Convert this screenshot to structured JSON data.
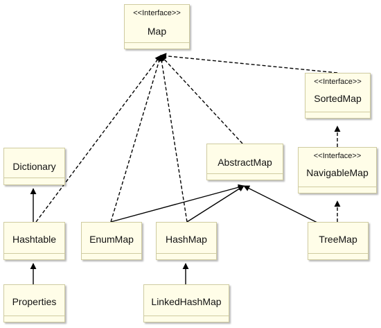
{
  "diagram": {
    "stereotype": "<<Interface>>",
    "classes": {
      "map": "Map",
      "sorted_map": "SortedMap",
      "navigable_map": "NavigableMap",
      "abstract_map": "AbstractMap",
      "dictionary": "Dictionary",
      "hashtable": "Hashtable",
      "enum_map": "EnumMap",
      "hash_map": "HashMap",
      "tree_map": "TreeMap",
      "properties": "Properties",
      "linked_hash_map": "LinkedHashMap"
    },
    "relations": [
      {
        "from": "SortedMap",
        "to": "Map",
        "kind": "implements"
      },
      {
        "from": "AbstractMap",
        "to": "Map",
        "kind": "implements"
      },
      {
        "from": "Hashtable",
        "to": "Map",
        "kind": "implements"
      },
      {
        "from": "EnumMap",
        "to": "Map",
        "kind": "implements"
      },
      {
        "from": "HashMap",
        "to": "Map",
        "kind": "implements"
      },
      {
        "from": "NavigableMap",
        "to": "SortedMap",
        "kind": "implements"
      },
      {
        "from": "TreeMap",
        "to": "NavigableMap",
        "kind": "implements"
      },
      {
        "from": "EnumMap",
        "to": "AbstractMap",
        "kind": "extends"
      },
      {
        "from": "HashMap",
        "to": "AbstractMap",
        "kind": "extends"
      },
      {
        "from": "TreeMap",
        "to": "AbstractMap",
        "kind": "extends"
      },
      {
        "from": "Hashtable",
        "to": "Dictionary",
        "kind": "extends"
      },
      {
        "from": "Properties",
        "to": "Hashtable",
        "kind": "extends"
      },
      {
        "from": "LinkedHashMap",
        "to": "HashMap",
        "kind": "extends"
      }
    ]
  }
}
